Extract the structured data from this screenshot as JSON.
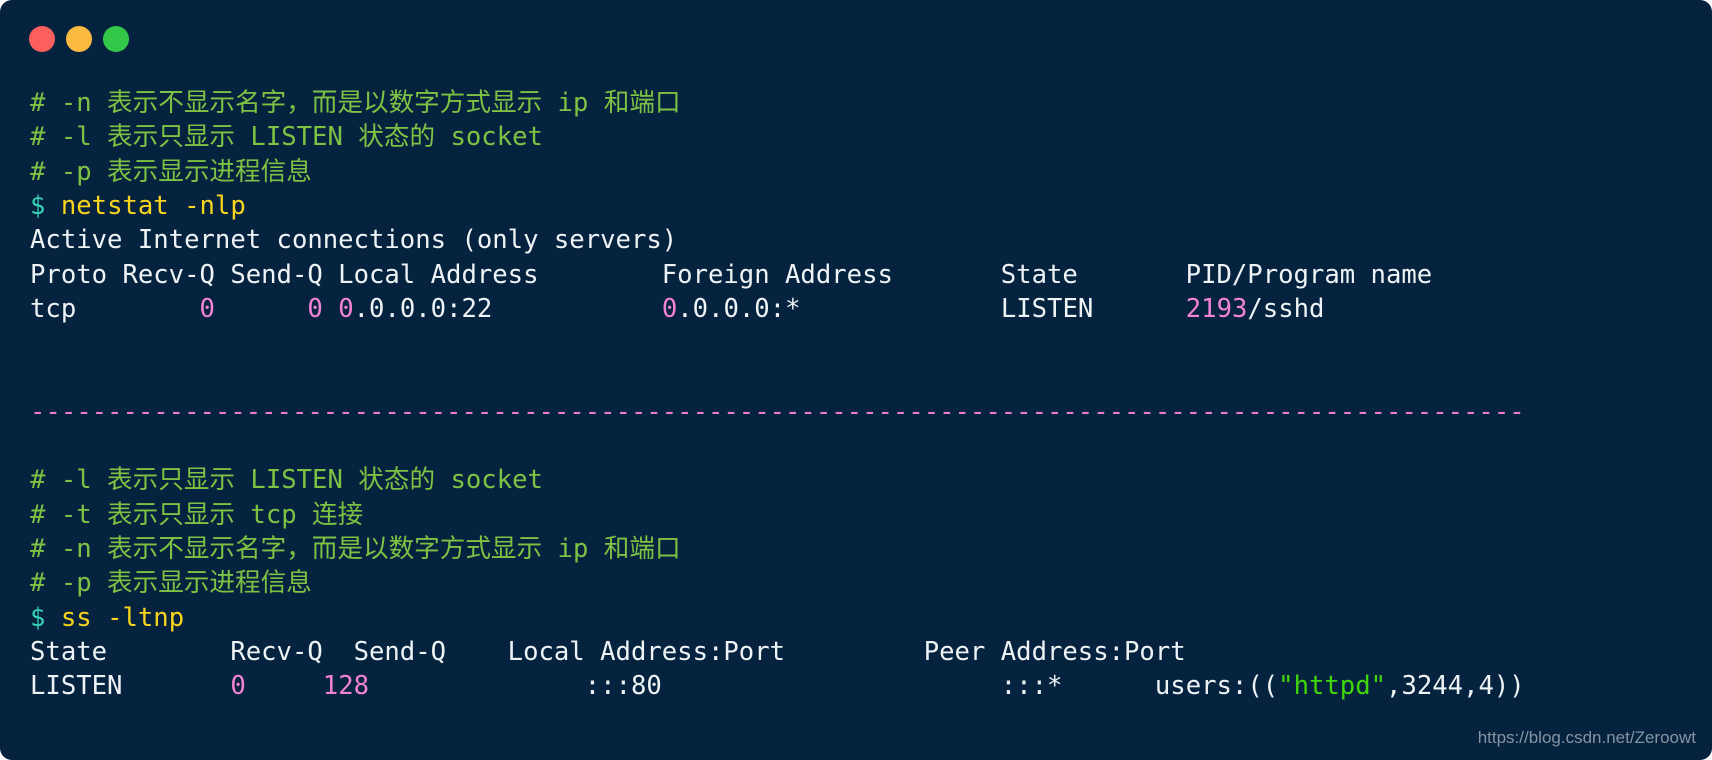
{
  "window": {
    "controls": [
      {
        "name": "close",
        "color": "#fb605d"
      },
      {
        "name": "minimize",
        "color": "#fcbb40"
      },
      {
        "name": "maximize",
        "color": "#32c748"
      }
    ]
  },
  "colors": {
    "background": "#05233f",
    "comment": "#7ec244",
    "command": "#f7d51d",
    "prompt": "#38d2b6",
    "plain": "#eef3f5",
    "number": "#f283d6",
    "string": "#3fd707",
    "separator": "#ea7ccb",
    "watermark": "#93a0ad"
  },
  "terminal": {
    "lines": [
      [
        [
          "# -n 表示不显示名字，而是以数字方式显示 ip 和端口",
          "comment"
        ]
      ],
      [
        [
          "# -l 表示只显示 LISTEN 状态的 socket",
          "comment"
        ]
      ],
      [
        [
          "# -p 表示显示进程信息",
          "comment"
        ]
      ],
      [
        [
          "$",
          "prompt"
        ],
        [
          " ",
          "plain"
        ],
        [
          "netstat -nlp",
          "command"
        ]
      ],
      [
        [
          "Active Internet connections (only servers)",
          "plain"
        ]
      ],
      [
        [
          "Proto Recv-Q Send-Q Local Address        Foreign Address       State       PID/Program name",
          "plain"
        ]
      ],
      [
        [
          "tcp        ",
          "plain"
        ],
        [
          "0",
          "number"
        ],
        [
          "      ",
          "plain"
        ],
        [
          "0",
          "number"
        ],
        [
          " ",
          "plain"
        ],
        [
          "0",
          "number"
        ],
        [
          ".0.0.0:22           ",
          "plain"
        ],
        [
          "0",
          "number"
        ],
        [
          ".0.0.0:*             LISTEN      ",
          "plain"
        ],
        [
          "2193",
          "number"
        ],
        [
          "/sshd",
          "plain"
        ]
      ],
      [],
      [],
      [
        [
          "-------------------------------------------------------------------------------------------------",
          "separator"
        ]
      ],
      [],
      [
        [
          "# -l 表示只显示 LISTEN 状态的 socket",
          "comment"
        ]
      ],
      [
        [
          "# -t 表示只显示 tcp 连接",
          "comment"
        ]
      ],
      [
        [
          "# -n 表示不显示名字，而是以数字方式显示 ip 和端口",
          "comment"
        ]
      ],
      [
        [
          "# -p 表示显示进程信息",
          "comment"
        ]
      ],
      [
        [
          "$",
          "prompt"
        ],
        [
          " ",
          "plain"
        ],
        [
          "ss -ltnp",
          "command"
        ]
      ],
      [
        [
          "State        Recv-Q  Send-Q    Local Address:Port         Peer Address:Port",
          "plain"
        ]
      ],
      [
        [
          "LISTEN       ",
          "plain"
        ],
        [
          "0",
          "number"
        ],
        [
          "     ",
          "plain"
        ],
        [
          "128",
          "number"
        ],
        [
          "              :::80                      :::*      users:((",
          "plain"
        ],
        [
          "\"httpd\"",
          "string"
        ],
        [
          ",3244,4))",
          "plain"
        ]
      ]
    ]
  },
  "watermark": {
    "text": "https://blog.csdn.net/Zeroowt"
  }
}
